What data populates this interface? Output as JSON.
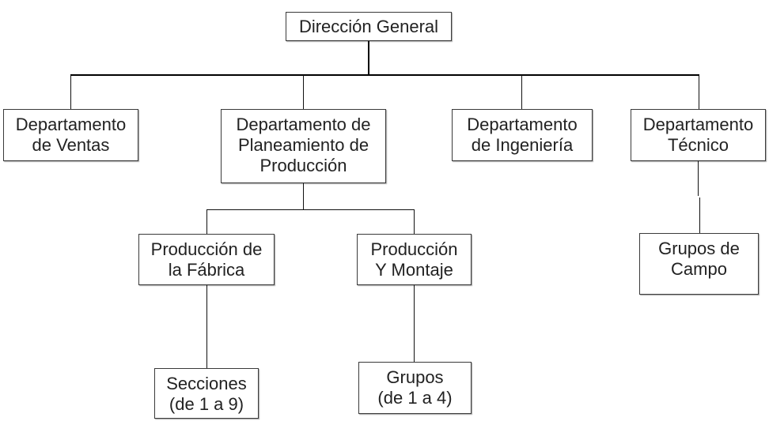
{
  "chart": {
    "root": {
      "lines": [
        "Dirección General"
      ]
    },
    "ventas": {
      "lines": [
        "Departamento",
        "de Ventas"
      ]
    },
    "planeamiento": {
      "lines": [
        "Departamento de",
        "Planeamiento de",
        "Producción"
      ]
    },
    "ingenieria": {
      "lines": [
        "Departamento",
        "de Ingeniería"
      ]
    },
    "tecnico": {
      "lines": [
        "Departamento",
        "Técnico"
      ]
    },
    "fabrica": {
      "lines": [
        "Producción de",
        "la Fábrica"
      ]
    },
    "montaje": {
      "lines": [
        "Producción",
        "Y Montaje"
      ]
    },
    "campo": {
      "lines": [
        "Grupos de",
        "Campo"
      ]
    },
    "secciones": {
      "lines": [
        "Secciones",
        "(de 1 a 9)"
      ]
    },
    "grupos": {
      "lines": [
        "Grupos",
        "(de 1 a 4)"
      ]
    }
  },
  "colors": {
    "line": "#111111",
    "border": "#3a3a3a",
    "text": "#222222"
  }
}
